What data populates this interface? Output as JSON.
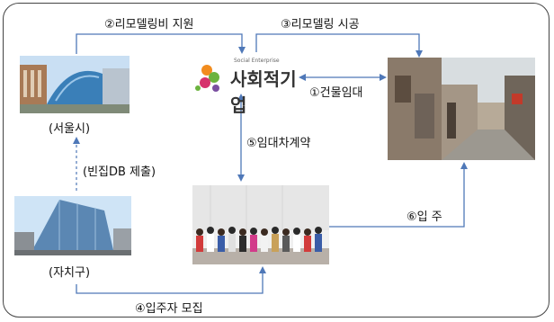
{
  "labels": {
    "remodel_support": "②리모델링비 지원",
    "remodel_build": "③리모델링 시공",
    "building_lease": "①건물임대",
    "seoul": "(서울시)",
    "vacant_db": "(빈집DB 제출)",
    "lease_contract": "⑤임대차계약",
    "move_in": "⑥입 주",
    "district": "(자치구)",
    "tenant_recruit": "④입주자 모집"
  },
  "logo": {
    "small_text": "Social Enterprise",
    "main_text": "사회적기업",
    "colors": {
      "orange": "#f28c1e",
      "green": "#6cb33f",
      "pink": "#d6336c",
      "purple": "#7b4fa1"
    }
  },
  "colors": {
    "arrow": "#4f78b8",
    "text": "#111111",
    "border": "#444444"
  }
}
